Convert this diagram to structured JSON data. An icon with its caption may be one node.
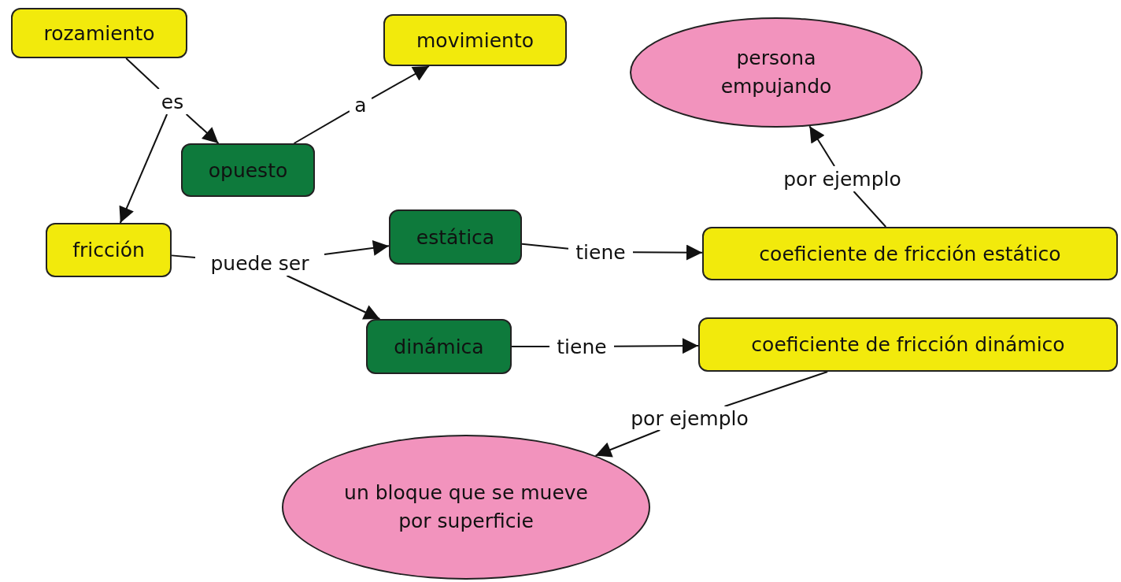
{
  "diagram": {
    "nodes": [
      {
        "text": [
          "rozamiento"
        ]
      },
      {
        "text": [
          "movimiento"
        ]
      },
      {
        "text": [
          "persona empujando"
        ]
      },
      {
        "text": [
          "es"
        ]
      },
      {
        "text": [
          "a"
        ]
      },
      {
        "text": [
          "opuesto"
        ]
      },
      {
        "text": [
          "por ejemplo"
        ]
      },
      {
        "text": [
          "fricción"
        ]
      },
      {
        "text": [
          "puede ser"
        ]
      },
      {
        "text": [
          "estática"
        ]
      },
      {
        "text": [
          "tiene"
        ]
      },
      {
        "text": [
          "coeficiente de fricción estático"
        ]
      },
      {
        "text": [
          "dinámica"
        ]
      },
      {
        "text": [
          "tiene"
        ]
      },
      {
        "text": [
          "coeficiente de fricción dinámico"
        ]
      },
      {
        "text": [
          "por ejemplo"
        ]
      },
      {
        "text": [
          "un bloque que se mueve por superficie"
        ]
      }
    ],
    "edges": [
      {
        "from": 0,
        "to": 3,
        "arrow": "none"
      },
      {
        "from": 3,
        "to": 5,
        "arrow": "to"
      },
      {
        "from": 3,
        "to": 7,
        "arrow": "to"
      },
      {
        "from": 5,
        "to": 4,
        "arrow": "none"
      },
      {
        "from": 4,
        "to": 1,
        "arrow": "to"
      },
      {
        "from": 11,
        "to": 6,
        "arrow": "none"
      },
      {
        "from": 6,
        "to": 2,
        "arrow": "to"
      },
      {
        "from": 7,
        "to": 8,
        "arrow": "none"
      },
      {
        "from": 8,
        "to": 9,
        "arrow": "to"
      },
      {
        "from": 8,
        "to": 12,
        "arrow": "to"
      },
      {
        "from": 9,
        "to": 10,
        "arrow": "none"
      },
      {
        "from": 10,
        "to": 11,
        "arrow": "to"
      },
      {
        "from": 12,
        "to": 13,
        "arrow": "none"
      },
      {
        "from": 13,
        "to": 14,
        "arrow": "to"
      },
      {
        "from": 14,
        "to": 15,
        "arrow": "none"
      },
      {
        "from": 15,
        "to": 16,
        "arrow": "to"
      }
    ]
  }
}
